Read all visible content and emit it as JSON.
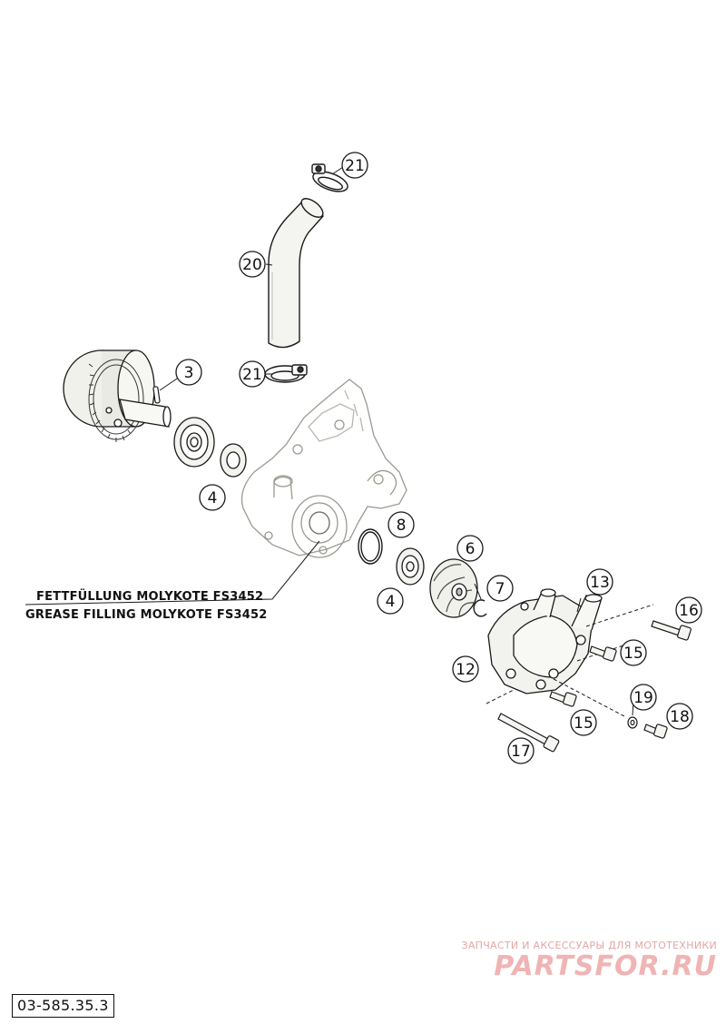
{
  "annotations": {
    "grease_note_de": "FETTFÜLLUNG MOLYKOTE FS3452",
    "grease_note_en": "GREASE FILLING MOLYKOTE FS3452"
  },
  "callouts": [
    {
      "id": "21-top",
      "number": "21"
    },
    {
      "id": "20",
      "number": "20"
    },
    {
      "id": "21-bottom",
      "number": "21"
    },
    {
      "id": "3",
      "number": "3"
    },
    {
      "id": "4-left",
      "number": "4"
    },
    {
      "id": "8",
      "number": "8"
    },
    {
      "id": "6",
      "number": "6"
    },
    {
      "id": "4-right",
      "number": "4"
    },
    {
      "id": "7",
      "number": "7"
    },
    {
      "id": "13",
      "number": "13"
    },
    {
      "id": "16",
      "number": "16"
    },
    {
      "id": "15-top",
      "number": "15"
    },
    {
      "id": "12",
      "number": "12"
    },
    {
      "id": "19",
      "number": "19"
    },
    {
      "id": "18",
      "number": "18"
    },
    {
      "id": "15-bottom",
      "number": "15"
    },
    {
      "id": "17",
      "number": "17"
    }
  ],
  "drawing_code": "03-585.35.3",
  "watermark": {
    "tagline": "ЗАПЧАСТИ И АКСЕССУАРЫ ДЛЯ МОТОТЕХНИКИ",
    "logo_text": "PARTSFOR.RU",
    "color": "#e8a0a0"
  },
  "colors": {
    "line": "#1a1a1a",
    "light_line": "#9a9a90",
    "part_fill": "#f2f2ee"
  }
}
